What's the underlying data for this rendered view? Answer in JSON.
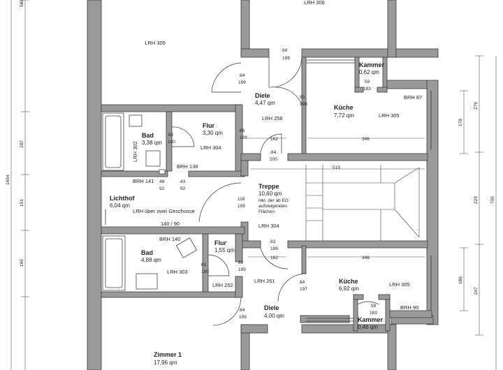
{
  "rooms": {
    "lrh305_top": "LRH 305",
    "lrh306": "LRH 306",
    "diele_top": {
      "name": "Diele",
      "area": "4,47 qm"
    },
    "kammer_top": {
      "name": "Kammer",
      "area": "0,62 qm"
    },
    "kueche_top": {
      "name": "Küche",
      "area": "7,72 qm",
      "lrh": "LRH 305",
      "brh": "BRH 87"
    },
    "bad_top": {
      "name": "Bad",
      "area": "3,38 qm",
      "lrh": "LRH 302"
    },
    "flur_top": {
      "name": "Flur",
      "area": "3,30 qm",
      "lrh": "LRH 304"
    },
    "lichthof": {
      "name": "Lichthof",
      "area": "6,04 qm",
      "note": "LRH über zwei Geschosse"
    },
    "treppe": {
      "name": "Treppe",
      "area": "10,60 qm",
      "note1": "inkl. der ab EG",
      "note2": "aufsteigenden",
      "note3": "Flächen",
      "lrh": "LRH 304"
    },
    "bad_bottom": {
      "name": "Bad",
      "area": "4,88 qm",
      "lrh": "LRH 303"
    },
    "flur_bottom": {
      "name": "Flur",
      "area": "1,55 qm",
      "lrh": "LRH 252"
    },
    "kueche_bottom": {
      "name": "Küche",
      "area": "6,92 qm",
      "lrh": "LRH 305",
      "brh": "BRH 90"
    },
    "kammer_bottom": {
      "name": "Kammer",
      "area": "0,46 qm"
    },
    "diele_bottom": {
      "name": "Diele",
      "area": "4,00 qm",
      "lrh": "LRH 261"
    },
    "zimmer1": {
      "name": "Zimmer 1",
      "area": "17,96 qm"
    }
  },
  "openings": {
    "d84_198_top": [
      "84",
      "198"
    ],
    "d84_199_a": [
      "84",
      "199"
    ],
    "d83_198": [
      "83",
      "198"
    ],
    "d59_183_top": [
      "59",
      "183"
    ],
    "d62_180": [
      "62",
      "180"
    ],
    "d86_199_top": [
      "86",
      "199"
    ],
    "d84_200": [
      "84",
      "200"
    ],
    "d48_92": [
      "48",
      "92"
    ],
    "d43_92": [
      "43",
      "92"
    ],
    "d118_199": [
      "118",
      "199"
    ],
    "d83_199": [
      "83",
      "199"
    ],
    "d61_180": [
      "61",
      "180"
    ],
    "d86_199_bottom": [
      "86",
      "199"
    ],
    "d84_197": [
      "84",
      "197"
    ],
    "d59_183_bottom": [
      "59",
      "183"
    ],
    "d84_199_b": [
      "84",
      "199"
    ]
  },
  "labels": {
    "lrh256": "LRH 256",
    "brh141": "BRH 141",
    "brh138": "BRH 138",
    "brh140": "BRH 140",
    "opening140_90": "140 / 90",
    "w162_top": "162",
    "w346_top": "346",
    "w519": "519",
    "w162_bottom": "162",
    "w346_bottom": "346"
  },
  "dimensions_left": [
    "589",
    "187",
    "151",
    "165",
    "1654"
  ],
  "dimensions_right": [
    "279",
    "178",
    "229",
    "247",
    "186",
    "705"
  ]
}
